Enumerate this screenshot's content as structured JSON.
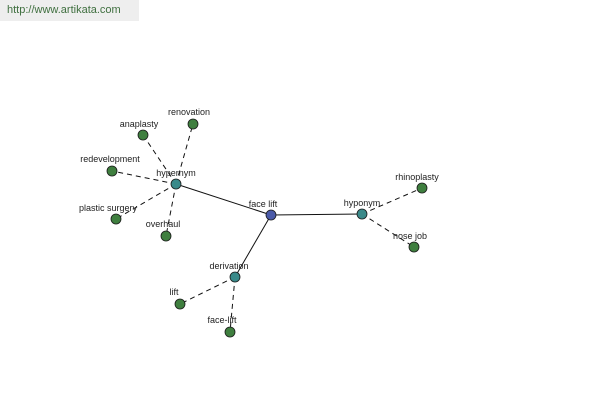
{
  "site": {
    "url_text": "http://www.artikata.com"
  },
  "colors": {
    "center": "#4a5aa8",
    "relation": "#3a8a8a",
    "leaf": "#3f7f3f",
    "url_text": "#3f6f3f",
    "url_bg": "#eeeeee"
  },
  "graph": {
    "nodes": [
      {
        "id": "face-lift",
        "label": "face lift",
        "kind": "center"
      },
      {
        "id": "hypernym",
        "label": "hypernym",
        "kind": "relation"
      },
      {
        "id": "hyponym",
        "label": "hyponym",
        "kind": "relation"
      },
      {
        "id": "derivation",
        "label": "derivation",
        "kind": "relation"
      },
      {
        "id": "anaplasty",
        "label": "anaplasty",
        "kind": "leaf"
      },
      {
        "id": "renovation",
        "label": "renovation",
        "kind": "leaf"
      },
      {
        "id": "redevelopment",
        "label": "redevelopment",
        "kind": "leaf"
      },
      {
        "id": "plastic-surgery",
        "label": "plastic surgery",
        "kind": "leaf"
      },
      {
        "id": "overhaul",
        "label": "overhaul",
        "kind": "leaf"
      },
      {
        "id": "rhinoplasty",
        "label": "rhinoplasty",
        "kind": "leaf"
      },
      {
        "id": "nose-job",
        "label": "nose job",
        "kind": "leaf"
      },
      {
        "id": "lift",
        "label": "lift",
        "kind": "leaf"
      },
      {
        "id": "face-lift-2",
        "label": "face-lift",
        "kind": "leaf"
      }
    ],
    "edges": [
      {
        "from": "face-lift",
        "to": "hypernym",
        "style": "solid"
      },
      {
        "from": "face-lift",
        "to": "hyponym",
        "style": "solid"
      },
      {
        "from": "face-lift",
        "to": "derivation",
        "style": "solid"
      },
      {
        "from": "hypernym",
        "to": "anaplasty",
        "style": "dashed"
      },
      {
        "from": "hypernym",
        "to": "renovation",
        "style": "dashed"
      },
      {
        "from": "hypernym",
        "to": "redevelopment",
        "style": "dashed"
      },
      {
        "from": "hypernym",
        "to": "plastic-surgery",
        "style": "dashed"
      },
      {
        "from": "hypernym",
        "to": "overhaul",
        "style": "dashed"
      },
      {
        "from": "hyponym",
        "to": "rhinoplasty",
        "style": "dashed"
      },
      {
        "from": "hyponym",
        "to": "nose-job",
        "style": "dashed"
      },
      {
        "from": "derivation",
        "to": "lift",
        "style": "dashed"
      },
      {
        "from": "derivation",
        "to": "face-lift-2",
        "style": "dashed"
      }
    ]
  }
}
